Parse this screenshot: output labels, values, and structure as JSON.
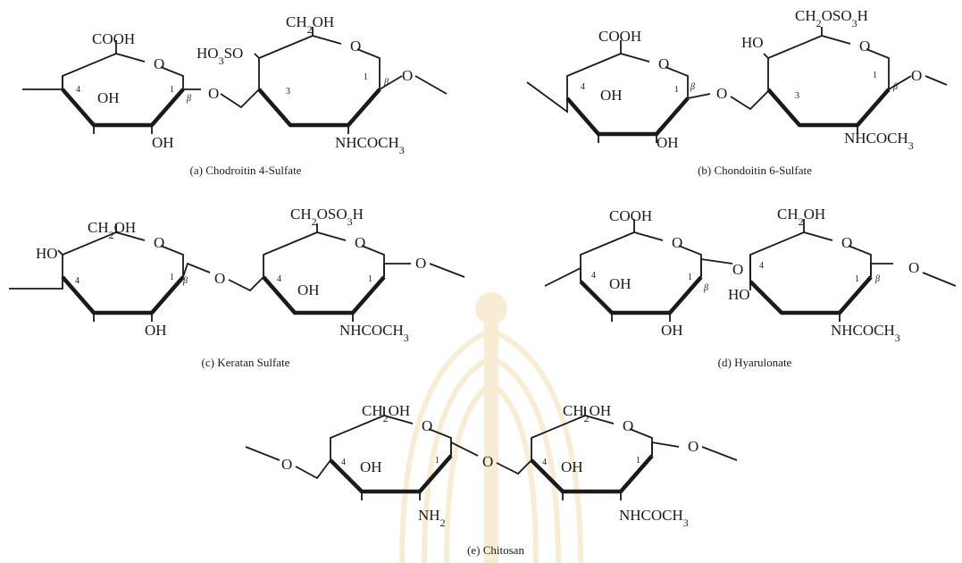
{
  "molecules": [
    {
      "id": "chondroitin-4-sulfate",
      "caption": "(a) Chodroitin 4-Sulfate",
      "ring1": {
        "top": "COOH",
        "upper_left": "",
        "mid_inside": "OH",
        "bottom": "OH",
        "pos_left": "4",
        "pos_right": "1",
        "beta": "β"
      },
      "ring2": {
        "top": "CH2OH",
        "upper_left": "HO3SO",
        "mid_inside": "",
        "bottom": "NHCOCH3",
        "pos_left": "3",
        "pos_right": "1",
        "beta": "β"
      },
      "link_o": "O",
      "tail_o": "O"
    },
    {
      "id": "chondroitin-6-sulfate",
      "caption": "(b) Chondoitin 6-Sulfate",
      "ring1": {
        "top": "COOH",
        "upper_left": "",
        "mid_inside": "OH",
        "bottom": "OH",
        "pos_left": "4",
        "pos_right": "1",
        "beta": "β"
      },
      "ring2": {
        "top": "CH2OSO3H",
        "upper_left": "HO",
        "mid_inside": "",
        "bottom": "NHCOCH3",
        "pos_left": "3",
        "pos_right": "1",
        "beta": "β"
      },
      "link_o": "O",
      "tail_o": "O"
    },
    {
      "id": "keratan-sulfate",
      "caption": "(c) Keratan Sulfate",
      "ring1": {
        "top": "CH2OH",
        "upper_left": "HO",
        "mid_inside": "",
        "bottom": "OH",
        "pos_left": "4",
        "pos_right": "1",
        "beta": "β"
      },
      "ring2": {
        "top": "CH2OSO3H",
        "upper_left": "",
        "mid_inside": "OH",
        "bottom": "NHCOCH3",
        "pos_left": "4",
        "pos_right": "1",
        "beta": ""
      },
      "link_o": "O",
      "tail_o": "O"
    },
    {
      "id": "hyarulonate",
      "caption": "(d) Hyarulonate",
      "ring1": {
        "top": "COOH",
        "upper_left": "",
        "mid_inside": "OH",
        "bottom": "OH",
        "pos_left": "4",
        "pos_right": "1",
        "beta": "β"
      },
      "ring2": {
        "top": "CH2OH",
        "upper_left": "",
        "mid_inside": "HO",
        "bottom": "NHCOCH3",
        "pos_left": "4",
        "pos_right": "1",
        "beta": "β"
      },
      "link_o": "O",
      "tail_o": "O"
    },
    {
      "id": "chitosan",
      "caption": "(e) Chitosan",
      "head_o": "O",
      "ring1": {
        "top": "CH2OH",
        "upper_left": "",
        "mid_inside": "OH",
        "bottom": "NH2",
        "pos_left": "4",
        "pos_right": "1",
        "beta": ""
      },
      "ring2": {
        "top": "CH2OH",
        "upper_left": "",
        "mid_inside": "OH",
        "bottom": "NHCOCH3",
        "pos_left": "4",
        "pos_right": "1",
        "beta": ""
      },
      "link_o": "O",
      "tail_o": "O"
    }
  ]
}
